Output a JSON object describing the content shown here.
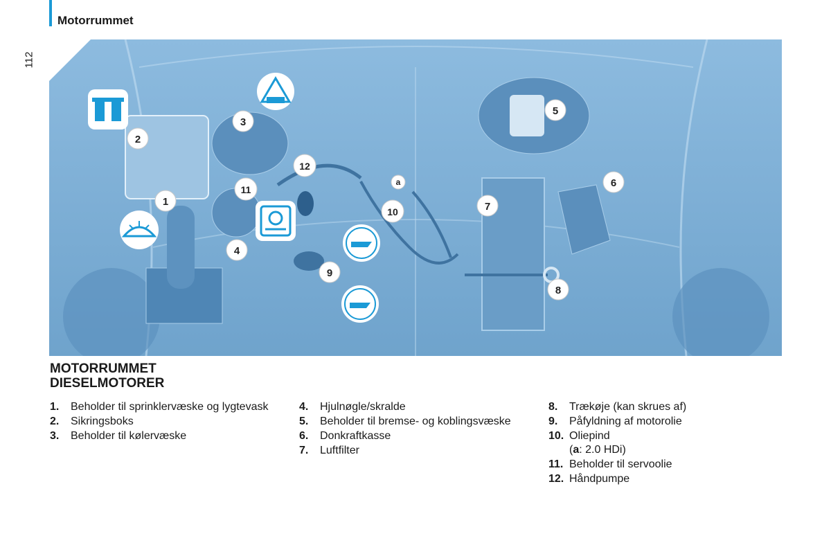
{
  "header": {
    "section_title": "Motorrummet",
    "page_number": "112"
  },
  "heading": {
    "line1": "MOTORRUMMET",
    "line2": "DIESELMOTORER"
  },
  "callouts": [
    "1",
    "2",
    "3",
    "4",
    "5",
    "6",
    "7",
    "8",
    "9",
    "10",
    "11",
    "12",
    "a"
  ],
  "legend": {
    "col1": [
      {
        "num": "1.",
        "text": "Beholder til sprinklervæske og lygtevask"
      },
      {
        "num": "2.",
        "text": "Sikringsboks"
      },
      {
        "num": "3.",
        "text": "Beholder til kølervæske"
      }
    ],
    "col2": [
      {
        "num": "4.",
        "text": "Hjulnøgle/skralde"
      },
      {
        "num": "5.",
        "text": "Beholder til bremse- og koblingsvæske"
      },
      {
        "num": "6.",
        "text": "Donkraftkasse"
      },
      {
        "num": "7.",
        "text": "Luftfilter"
      }
    ],
    "col3": [
      {
        "num": "8.",
        "text": "Trækøje (kan skrues af)"
      },
      {
        "num": "9.",
        "text": "Påfyldning af motorolie"
      },
      {
        "num": "10.",
        "text": "Oliepind"
      },
      {
        "num": "11.",
        "text": "Beholder til servoolie"
      },
      {
        "num": "12.",
        "text": "Håndpumpe"
      }
    ],
    "note": {
      "prefix": "(",
      "key": "a",
      "value": ": 2.0 HDi)"
    }
  },
  "colors": {
    "accent": "#1b9ad6",
    "figure_bg": "#7fb0d6",
    "figure_light": "#a9cde9",
    "component": "#4f86b5"
  },
  "icons": [
    "washer-fluid-icon",
    "fuse-icon",
    "coolant-warning-icon",
    "steering-fluid-icon",
    "engine-oil-icon"
  ]
}
